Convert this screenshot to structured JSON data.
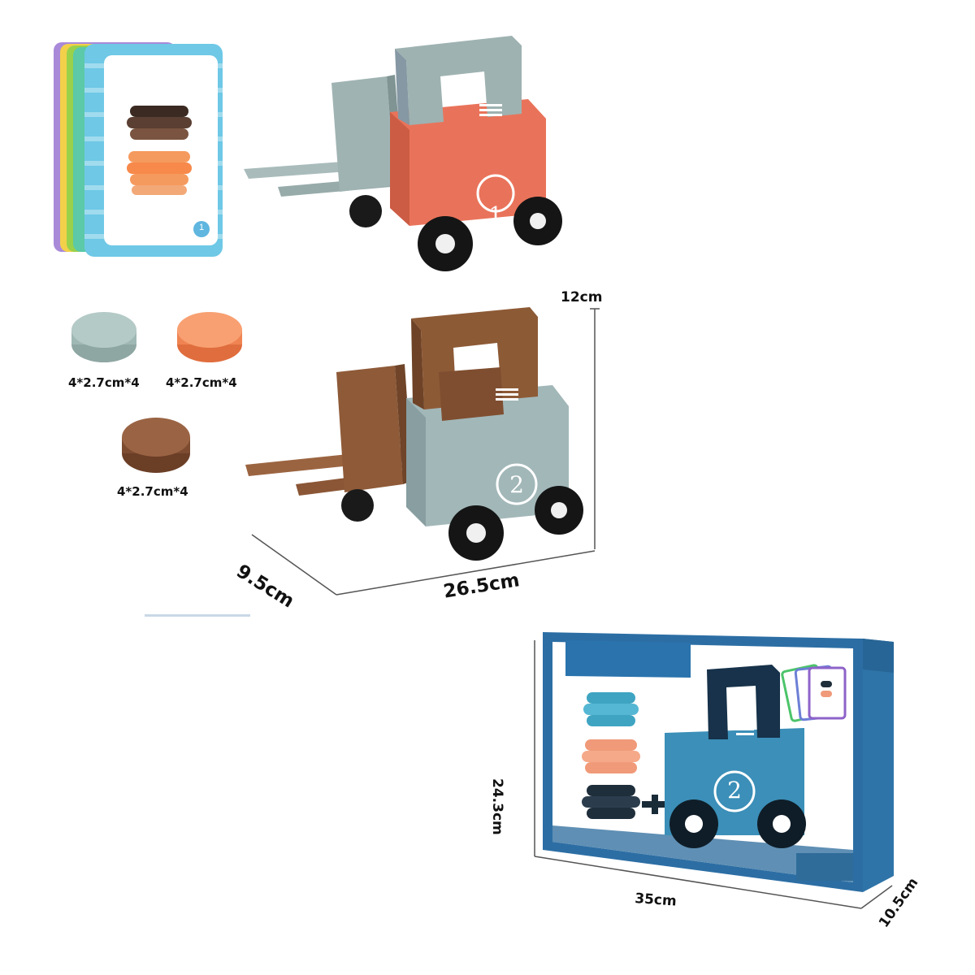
{
  "card": {
    "badge": "1"
  },
  "forklift_orange": {
    "number": "1"
  },
  "forklift_blue": {
    "number": "2"
  },
  "dimensions": {
    "height": "12cm",
    "depth": "9.5cm",
    "width": "26.5cm",
    "box_height": "24.3cm",
    "box_width": "35cm",
    "box_depth": "10.5cm"
  },
  "pieces": [
    {
      "label": "4*2.7cm*4",
      "color": "#a7bfbb"
    },
    {
      "label": "4*2.7cm*4",
      "color": "#f48f5c"
    },
    {
      "label": "4*2.7cm*4",
      "color": "#8a5438"
    }
  ],
  "box": {
    "number": "2"
  },
  "colors": {
    "orange_body": "#e9745a",
    "grey_frame": "#93a7a6",
    "brown_frame": "#8e5a38",
    "blue_body": "#9fb4b5",
    "box_blue": "#2c6fa3"
  }
}
